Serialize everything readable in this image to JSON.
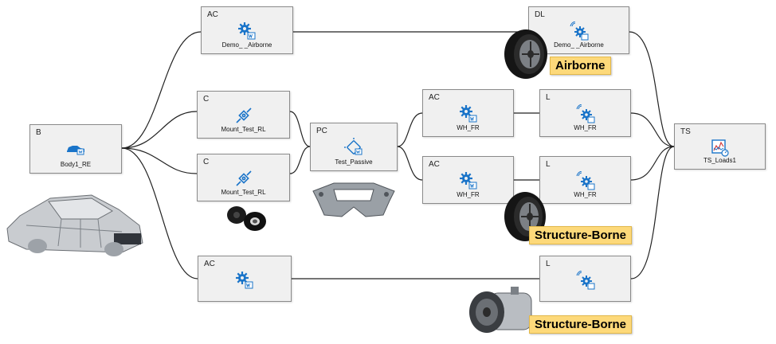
{
  "nodes": {
    "b": {
      "tag": "B",
      "name": "Body1_RE"
    },
    "c1": {
      "tag": "C",
      "name": "Mount_Test_RL"
    },
    "c2": {
      "tag": "C",
      "name": "Mount_Test_RL"
    },
    "pc": {
      "tag": "PC",
      "name": "Test_Passive"
    },
    "ac_top": {
      "tag": "AC",
      "name": "Demo_        _Airborne"
    },
    "ac1": {
      "tag": "AC",
      "name": "WH_FR"
    },
    "ac2": {
      "tag": "AC",
      "name": "WH_FR"
    },
    "ac_bot": {
      "tag": "AC",
      "name": ""
    },
    "dl": {
      "tag": "DL",
      "name": "Demo_        _Airborne"
    },
    "l1": {
      "tag": "L",
      "name": "WH_FR"
    },
    "l2": {
      "tag": "L",
      "name": "WH_FR"
    },
    "l_bot": {
      "tag": "L",
      "name": ""
    },
    "ts": {
      "tag": "TS",
      "name": "TS_Loads1"
    }
  },
  "callouts": {
    "airborne": "Airborne",
    "structure_borne_1": "Structure-Borne",
    "structure_borne_2": "Structure-Borne"
  },
  "icons": {
    "b": "car-body-icon",
    "c": "mount-connector-icon",
    "pc": "passive-component-icon",
    "ac": "active-component-gear-icon",
    "dl": "load-gear-signal-icon",
    "l": "load-gear-signal-icon",
    "ts": "target-spectrum-chart-icon"
  },
  "colors": {
    "node_fill": "#f0f0f0",
    "node_border": "#8a8a8a",
    "wire": "#222222",
    "callout_fill": "#fdd97a",
    "icon_blue": "#1a74c9"
  }
}
